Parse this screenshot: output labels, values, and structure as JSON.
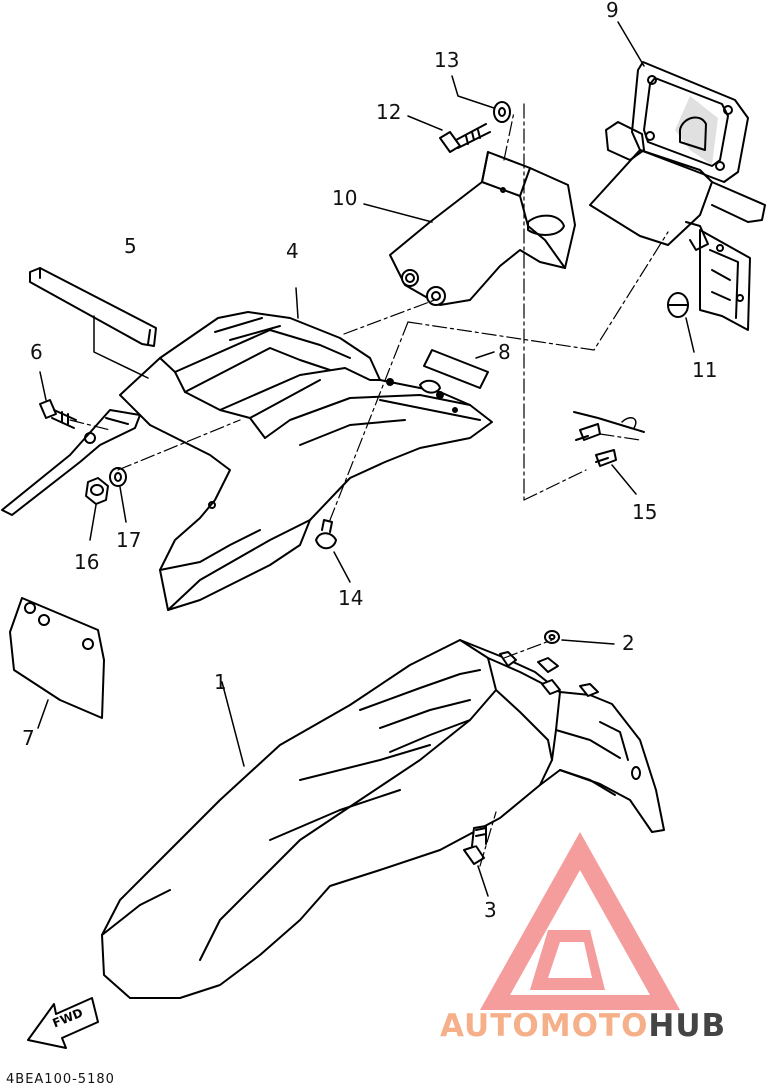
{
  "diagram": {
    "part_code": "4BEA100-5180",
    "direction_label": "FWD",
    "callouts": [
      {
        "id": "1",
        "label": "1"
      },
      {
        "id": "2",
        "label": "2"
      },
      {
        "id": "3",
        "label": "3"
      },
      {
        "id": "4",
        "label": "4"
      },
      {
        "id": "5",
        "label": "5"
      },
      {
        "id": "6",
        "label": "6"
      },
      {
        "id": "7",
        "label": "7"
      },
      {
        "id": "8",
        "label": "8"
      },
      {
        "id": "9",
        "label": "9"
      },
      {
        "id": "10",
        "label": "10"
      },
      {
        "id": "11",
        "label": "11"
      },
      {
        "id": "12",
        "label": "12"
      },
      {
        "id": "13",
        "label": "13"
      },
      {
        "id": "14",
        "label": "14"
      },
      {
        "id": "15",
        "label": "15"
      },
      {
        "id": "16",
        "label": "16"
      },
      {
        "id": "17",
        "label": "17"
      }
    ]
  },
  "watermark": {
    "part1": "AUTO",
    "part2": "MOTO",
    "part3": "HUB",
    "color_light": "#f5b08a",
    "color_dark": "#444444",
    "triangle_color": "#f06a6a"
  }
}
